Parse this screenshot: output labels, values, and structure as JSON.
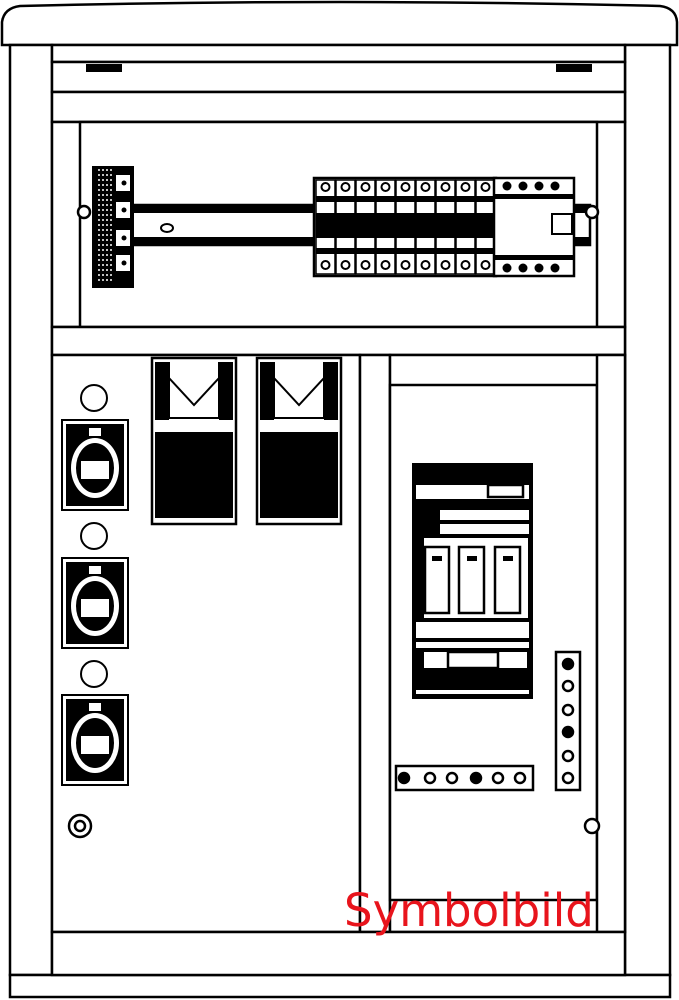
{
  "caption": {
    "text": "Symbolbild",
    "color": "#e8141c"
  },
  "drawing": {
    "line_color": "#000000",
    "background": "#ffffff",
    "breaker_count": 9,
    "socket_count": 3,
    "plug_count": 2
  }
}
